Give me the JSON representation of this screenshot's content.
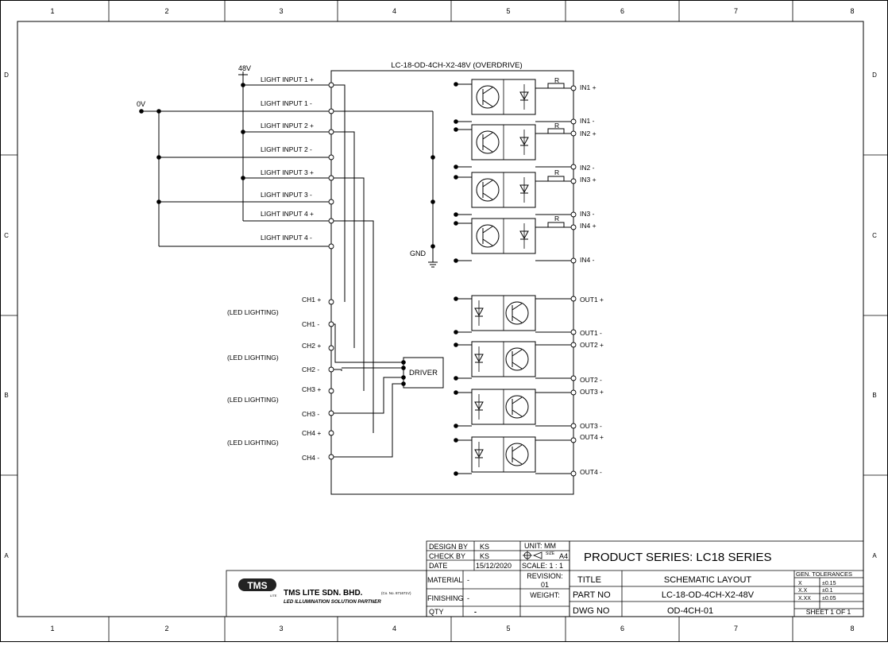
{
  "frame": {
    "columns": [
      "1",
      "2",
      "3",
      "4",
      "5",
      "6",
      "7",
      "8"
    ],
    "rows": [
      "D",
      "C",
      "B",
      "A"
    ]
  },
  "schematic": {
    "title": "LC-18-OD-4CH-X2-48V (OVERDRIVE)",
    "supply_48v": "48V",
    "supply_0v": "0V",
    "gnd": "GND",
    "driver": "DRIVER",
    "resistor": "R",
    "light_inputs": [
      "LIGHT INPUT 1 +",
      "LIGHT INPUT 1 -",
      "LIGHT INPUT 2 +",
      "LIGHT INPUT 2 -",
      "LIGHT INPUT 3 +",
      "LIGHT INPUT 3 -",
      "LIGHT INPUT 4 +",
      "LIGHT INPUT 4 -"
    ],
    "channels": [
      "CH1 +",
      "CH1 -",
      "CH2 +",
      "CH2 -",
      "CH3 +",
      "CH3 -",
      "CH4 +",
      "CH4 -"
    ],
    "led_label": "(LED LIGHTING)",
    "inputs": [
      "IN1 +",
      "IN1 -",
      "IN2 +",
      "IN2 -",
      "IN3 +",
      "IN3 -",
      "IN4 +",
      "IN4 -"
    ],
    "outputs": [
      "OUT1 +",
      "OUT1 -",
      "OUT2 +",
      "OUT2 -",
      "OUT3 +",
      "OUT3 -",
      "OUT4 +",
      "OUT4 -"
    ]
  },
  "title_block": {
    "design_by_label": "DESIGN BY",
    "design_by": "KS",
    "check_by_label": "CHECK BY",
    "check_by": "KS",
    "date_label": "DATE",
    "date": "15/12/2020",
    "unit": "UNIT:  MM",
    "size_label": "SIZE",
    "size": "A4",
    "scale": "SCALE: 1 : 1",
    "material_label": "MATERIAL",
    "material": "-",
    "revision_label": "REVISION:",
    "revision": "01",
    "finishing_label": "FINISHING",
    "finishing": "-",
    "weight_label": "WEIGHT:",
    "qty_label": "QTY",
    "qty": "-",
    "product_series": "PRODUCT SERIES:  LC18 SERIES",
    "title_label": "TITLE",
    "title": "SCHEMATIC  LAYOUT",
    "part_no_label": "PART NO",
    "part_no": "LC-18-OD-4CH-X2-48V",
    "dwg_no_label": "DWG NO",
    "dwg_no": "OD-4CH-01",
    "tolerances_label": "GEN. TOLERANCES",
    "tolerances": [
      [
        "X",
        "±0.15"
      ],
      [
        "X.X",
        "±0.1"
      ],
      [
        "X.XX",
        "±0.05"
      ]
    ],
    "sheet": "SHEET 1 OF 1",
    "logo_text": "TMS",
    "logo_sub": "LITE",
    "company": "TMS LITE SDN. BHD.",
    "company_reg": "(Co. No. 871671V)",
    "tagline": "LED ILLUMINATION SOLUTION PARTNER"
  }
}
